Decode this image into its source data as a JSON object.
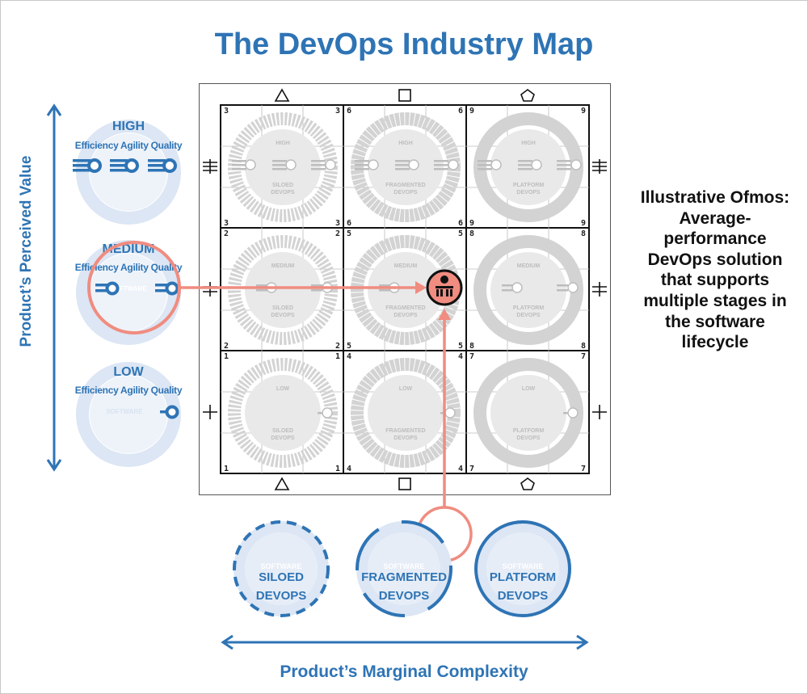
{
  "title": "The DevOps Industry Map",
  "y_axis_label": "Product’s Perceived Value",
  "x_axis_label": "Product’s Marginal Complexity",
  "illustration_text": "Illustrative Ofmos: Average-performance DevOps solution that supports multiple stages in the software lifecycle",
  "value_levels": [
    {
      "name": "HIGH",
      "qualities": "Efficiency Agility Quality",
      "inner": ""
    },
    {
      "name": "MEDIUM",
      "qualities": "Efficiency Agility Quality",
      "inner": "SOFTWARE"
    },
    {
      "name": "LOW",
      "qualities": "Efficiency Agility Quality",
      "inner": "SOFTWARE"
    }
  ],
  "devops_types": [
    {
      "line1": "SILOED",
      "line2": "DEVOPS",
      "software": "SOFTWARE"
    },
    {
      "line1": "FRAGMENTED",
      "line2": "DEVOPS",
      "software": "SOFTWARE"
    },
    {
      "line1": "PLATFORM",
      "line2": "DEVOPS",
      "software": "SOFTWARE"
    }
  ],
  "grid_cells": [
    {
      "num": "3",
      "level": "HIGH",
      "type1": "SILOED",
      "type2": "DEVOPS"
    },
    {
      "num": "6",
      "level": "HIGH",
      "type1": "FRAGMENTED",
      "type2": "DEVOPS"
    },
    {
      "num": "9",
      "level": "HIGH",
      "type1": "PLATFORM",
      "type2": "DEVOPS"
    },
    {
      "num": "2",
      "level": "MEDIUM",
      "type1": "SILOED",
      "type2": "DEVOPS"
    },
    {
      "num": "5",
      "level": "MEDIUM",
      "type1": "FRAGMENTED",
      "type2": "DEVOPS"
    },
    {
      "num": "8",
      "level": "MEDIUM",
      "type1": "PLATFORM",
      "type2": "DEVOPS"
    },
    {
      "num": "1",
      "level": "LOW",
      "type1": "SILOED",
      "type2": "DEVOPS"
    },
    {
      "num": "4",
      "level": "LOW",
      "type1": "FRAGMENTED",
      "type2": "DEVOPS"
    },
    {
      "num": "7",
      "level": "LOW",
      "type1": "PLATFORM",
      "type2": "DEVOPS"
    }
  ],
  "highlight_cell": "5",
  "colors": {
    "brand_blue": "#2e74b5",
    "light_blue": "#dce6f4",
    "highlight_red": "#f08c80",
    "grey_ring": "#d3d3d3"
  },
  "icons": {
    "column_symbols": [
      "triangle-icon",
      "square-icon",
      "pentagon-icon"
    ],
    "row_symbols": [
      "triple-bar-cross-icon",
      "double-bar-cross-icon",
      "single-bar-cross-icon"
    ],
    "highlight_marker": "team-people-icon"
  }
}
